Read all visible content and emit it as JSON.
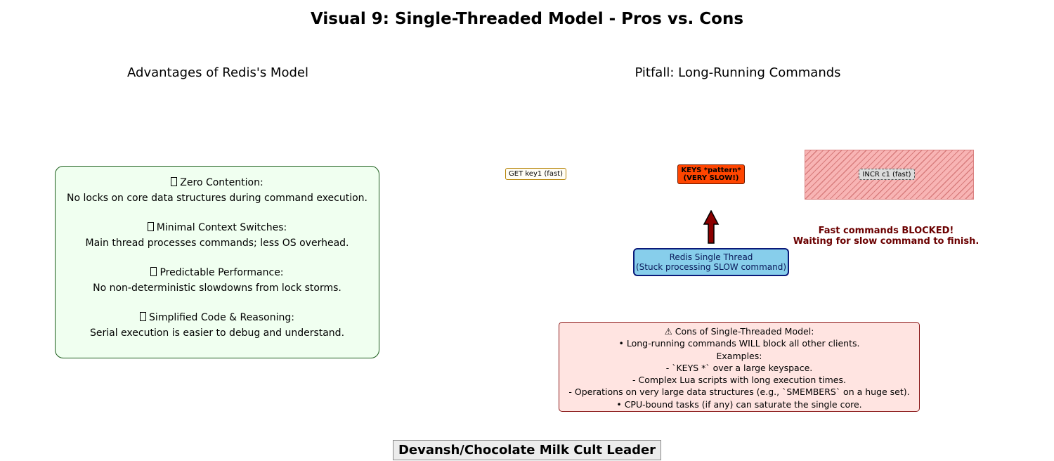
{
  "title": "Visual 9: Single-Threaded Model - Pros vs. Cons",
  "left_panel": {
    "title": "Advantages of Redis's Model",
    "items": [
      {
        "heading": "Zero Contention:",
        "desc": "No locks on core data structures during command execution."
      },
      {
        "heading": "Minimal Context Switches:",
        "desc": "Main thread processes commands; less OS overhead."
      },
      {
        "heading": "Predictable Performance:",
        "desc": "No non-deterministic slowdowns from lock storms."
      },
      {
        "heading": "Simplified Code & Reasoning:",
        "desc": "Serial execution is easier to debug and understand."
      }
    ]
  },
  "right_panel": {
    "title": "Pitfall: Long-Running Commands",
    "commands": {
      "get": "GET key1 (fast)",
      "keys_line1": "KEYS *pattern*",
      "keys_line2": "(VERY SLOW!)",
      "incr": "INCR c1 (fast)"
    },
    "thread": {
      "line1": "Redis Single Thread",
      "line2": "(Stuck processing SLOW command)"
    },
    "blocked": {
      "line1": "Fast commands BLOCKED!",
      "line2": "Waiting for slow command to finish."
    },
    "cons": [
      "⚠ Cons of Single-Threaded Model:",
      "• Long-running commands WILL block all other clients.",
      "Examples:",
      "- `KEYS *` over a large keyspace.",
      "- Complex Lua scripts with long execution times.",
      "- Operations on very large data structures (e.g., `SMEMBERS` on a huge set).",
      "• CPU-bound tasks (if any) can saturate the single core."
    ]
  },
  "footer": "Devansh/Chocolate Milk Cult Leader",
  "colors": {
    "adv_bg": "#f0fff0",
    "slow_cmd": "#ff4500",
    "thread_box": "#87ceeb",
    "arrow": "#8b0000",
    "cons_bg": "#ffe4e1"
  }
}
